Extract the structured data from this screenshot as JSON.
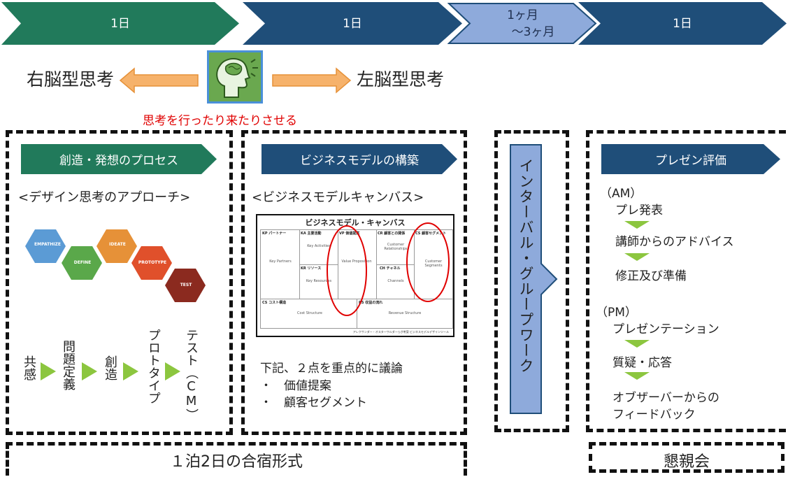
{
  "timeline": {
    "step1": "1日",
    "step2": "1日",
    "step3_line1": "1ヶ月",
    "step3_line2": "〜3ヶ月",
    "step4": "1日"
  },
  "brain": {
    "left_label": "右脳型思考",
    "right_label": "左脳型思考",
    "caption": "思考を行ったり来たりさせる"
  },
  "design": {
    "banner": "創造・発想のプロセス",
    "subtitle": "<デザイン思考のアプローチ>",
    "hexes": [
      "EMPATHIZE",
      "DEFINE",
      "IDEATE",
      "PROTOTYPE",
      "TEST"
    ],
    "steps": [
      "共感",
      "問題定義",
      "創造",
      "プロトタイプ",
      "テスト（CM）"
    ]
  },
  "business": {
    "banner": "ビジネスモデルの構築",
    "subtitle": "<ビジネスモデルキャンバス>",
    "canvas": {
      "title": "ビジネスモデル・キャンバス",
      "kp_head": "KP パートナー",
      "kp_body": "Key Partners",
      "ka_head": "KA 主要活動",
      "ka_body": "Key Activities",
      "kr_head": "KR リソース",
      "kr_body": "Key Resources",
      "vp_head": "VP 価値提案",
      "vp_body": "Value Proposition",
      "cr_head": "CR 顧客との関係",
      "cr_body": "Customer Relationships",
      "ch_head": "CH チャネル",
      "ch_body": "Channels",
      "cs_head": "CS 顧客セグメント",
      "cs_body": "Customer Segments",
      "cost_head": "CS コスト構造",
      "cost_body": "Cost Structure",
      "rev_head": "RS 収益の流れ",
      "rev_body": "Revenue Structure",
      "footer": "アレクサンダー・オスターワルダーらが考案 ビジネスモデルデザインツール"
    },
    "discussion_title": "下記、２点を重点的に議論",
    "discussion_items": [
      "価値提案",
      "顧客セグメント"
    ]
  },
  "interval": {
    "label": "インターバル・グループワーク"
  },
  "presentation": {
    "banner": "プレゼン評価",
    "am_label": "（AM）",
    "am_items": [
      "プレ発表",
      "講師からのアドバイス",
      "修正及び準備"
    ],
    "pm_label": "（PM）",
    "pm_items": [
      "プレゼンテーション",
      "質疑・応答",
      "オブザーバーからの",
      "フィードバック"
    ]
  },
  "bottom": {
    "camp": "１泊2日の合宿形式",
    "party": "懇親会"
  },
  "colors": {
    "green": "#217a5b",
    "navy": "#1f4e79",
    "light_blue": "#8eaadb",
    "orange_arrow": "#f6b26b",
    "red": "#e00000",
    "hex_blue": "#5b9bd5",
    "hex_green": "#5aa84a",
    "hex_orange": "#e69138",
    "hex_redorange": "#e0502b",
    "hex_darkred": "#8b2a1f",
    "step_green": "#8cc63f"
  }
}
